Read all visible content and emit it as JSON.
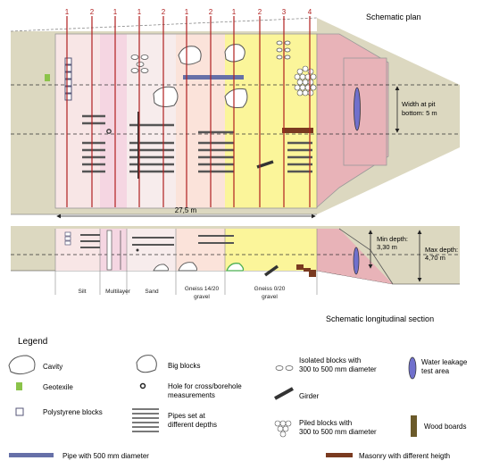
{
  "plan": {
    "title": "Schematic plan",
    "width_label_1": "Width at pit",
    "width_label_2": "bottom: 5 m",
    "length_label": "27,5 m",
    "line_numbers": [
      "1",
      "2",
      "1",
      "1",
      "2",
      "1",
      "2",
      "1",
      "2",
      "3",
      "4"
    ]
  },
  "section": {
    "title": "Schematic longitudinal section",
    "min_depth_1": "Min depth:",
    "min_depth_2": "3,30 m",
    "max_depth_1": "Max depth:",
    "max_depth_2": "4,70 m",
    "zones": [
      {
        "l1": "Silt",
        "l2": ""
      },
      {
        "l1": "Multilayer",
        "l2": ""
      },
      {
        "l1": "Sand",
        "l2": ""
      },
      {
        "l1": "Gneiss 14/20",
        "l2": "gravel"
      },
      {
        "l1": "Gneiss 0/20",
        "l2": "gravel"
      }
    ]
  },
  "legend": {
    "title": "Legend",
    "cavity": "Cavity",
    "big_blocks": "Big blocks",
    "isolated_1": "Isolated blocks with",
    "isolated_2": "300 to 500 mm diameter",
    "water_1": "Water leakage",
    "water_2": "test area",
    "geotextile": "Geotexile",
    "hole_1": "Hole for cross/borehole",
    "hole_2": "measurements",
    "girder": "Girder",
    "polystyrene": "Polystyrene blocks",
    "pipes_1": "Pipes set at",
    "pipes_2": "different depths",
    "piled_1": "Piled blocks with",
    "piled_2": "300 to 500 mm diameter",
    "wood": "Wood boards",
    "pipe500": "Pipe with 500 mm diameter",
    "masonry": "Masonry with different heigth"
  },
  "colors": {
    "ground": "#dcd8c0",
    "silt": "#f8e6e6",
    "multilayer": "#f5d6e2",
    "sand": "#f7ecec",
    "gneiss14": "#fbe3da",
    "gneiss0": "#fbf59a",
    "ramp": "#e8b3b8",
    "red_line": "#b02020",
    "pipe": "#6670a8",
    "water": "#7070cc",
    "wood": "#6b5a2a",
    "masonry": "#7a3a20",
    "geotextile": "#8bc34a"
  }
}
